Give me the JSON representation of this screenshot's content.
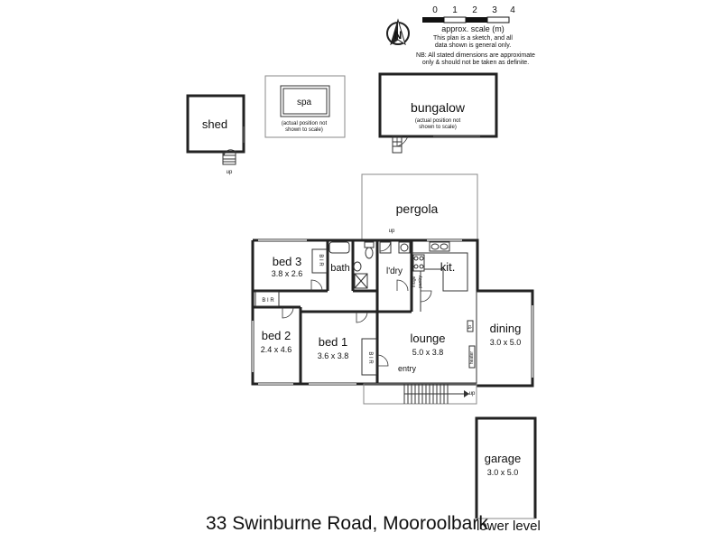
{
  "scale": {
    "ticks": [
      "0",
      "1",
      "2",
      "3",
      "4"
    ],
    "title": "approx. scale (m)",
    "note_lines": [
      "This plan is a sketch, and all",
      "data shown is general only."
    ],
    "nb_lines": [
      "NB: All stated dimensions are approximate",
      "only & should not be taken as definite."
    ]
  },
  "compass_letter": "N",
  "outbuildings": {
    "shed": "shed",
    "spa": "spa",
    "spa_note": [
      "(actual position not",
      "shown to scale)"
    ],
    "bungalow": "bungalow",
    "bungalow_note": [
      "(actual position not",
      "shown to scale)"
    ],
    "up_label": "up"
  },
  "rooms": {
    "pergola": "pergola",
    "bed3": {
      "name": "bed 3",
      "dim": "3.8 x 2.6"
    },
    "bath": "bath",
    "laundry": "l'dry",
    "kitchen": "kit.",
    "bed2": {
      "name": "bed 2",
      "dim": "2.4 x 4.6"
    },
    "bed1": {
      "name": "bed 1",
      "dim": "3.6 x 3.8"
    },
    "lounge": {
      "name": "lounge",
      "dim": "5.0 x 3.8"
    },
    "dining": {
      "name": "dining",
      "dim": "3.0 x 5.0"
    },
    "garage": {
      "name": "garage",
      "dim": "3.0 x 5.0"
    },
    "entry": "entry"
  },
  "small_labels": {
    "bir": "B I R",
    "fridge": "fridge",
    "pantry": "pantry",
    "heater": "heater",
    "fireplace": "fp",
    "up": "up"
  },
  "address": "33 Swinburne Road, Mooroolbark",
  "level": "lower level"
}
